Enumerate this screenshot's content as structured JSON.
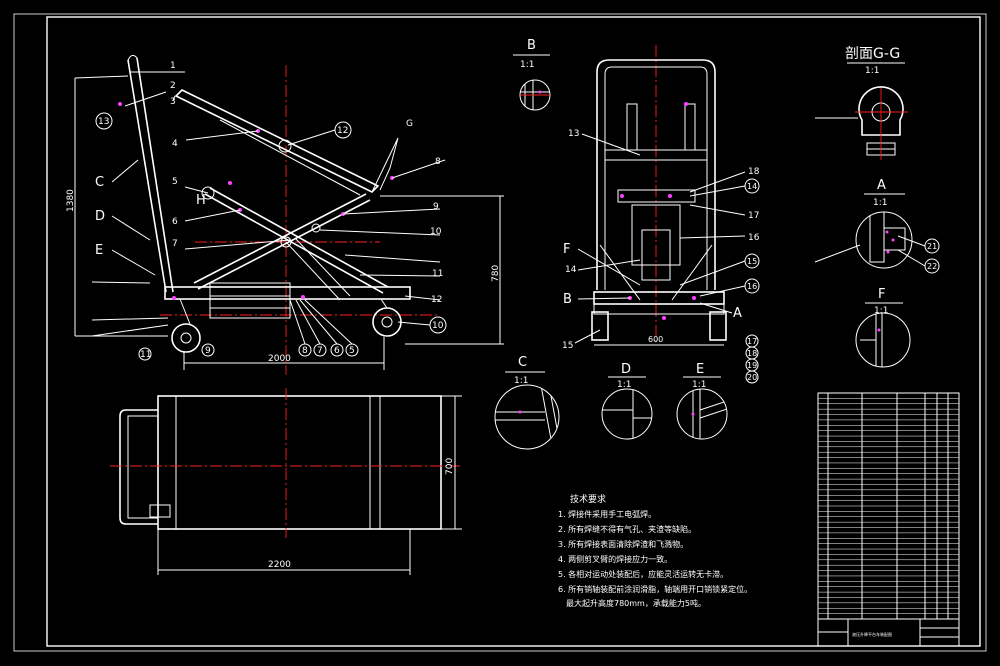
{
  "colors": {
    "background": "#000000",
    "line": "#ffffff",
    "centerline": "#ff2020",
    "marker": "#ff40ff"
  },
  "dimensions": {
    "height": "1380",
    "length": "2000",
    "lift_height": "780",
    "top_length": "2200",
    "top_width": "700",
    "front_width": "600"
  },
  "views": {
    "B": {
      "name": "B",
      "scale": "1:1"
    },
    "C": {
      "name": "C",
      "scale": "1:1"
    },
    "D": {
      "name": "D",
      "scale": "1:1"
    },
    "E": {
      "name": "E",
      "scale": "1:1"
    },
    "A": {
      "name": "A",
      "scale": "1:1"
    },
    "F": {
      "name": "F",
      "scale": "1:1"
    },
    "GG": {
      "name": "剖面G-G",
      "scale": "1:1"
    }
  },
  "side_view": {
    "callouts": [
      "1",
      "2",
      "3",
      "4",
      "5",
      "6",
      "7",
      "8",
      "9",
      "10",
      "11",
      "12"
    ],
    "circled": [
      "13",
      "12",
      "10",
      "11",
      "9",
      "8",
      "7",
      "6",
      "5"
    ],
    "letters": [
      "C",
      "D",
      "E",
      "H"
    ],
    "section_mark": "G"
  },
  "front_view": {
    "callouts": [
      "13",
      "14",
      "15",
      "16",
      "17",
      "18"
    ],
    "circled": [
      "14",
      "15",
      "16",
      "17",
      "18",
      "19",
      "20"
    ],
    "letters": [
      "F",
      "B",
      "A"
    ]
  },
  "detail_A_circled": [
    "21",
    "22"
  ],
  "notes": {
    "heading": "技术要求",
    "items": [
      "1. 焊接件采用手工电弧焊。",
      "2. 所有焊缝不得有气孔、夹渣等缺陷。",
      "3. 所有焊接表面清除焊渣和飞溅物。",
      "4. 两侧剪叉臂的焊接应力一致。",
      "5. 各相对运动处装配后，应能灵活运转无卡滞。",
      "6. 所有销轴装配前涂润滑脂，轴端用开口销锁紧定位。",
      "最大起升高度780mm，承载能力5吨。"
    ]
  },
  "title_block": {
    "name": "液压升降平台车装配图"
  }
}
